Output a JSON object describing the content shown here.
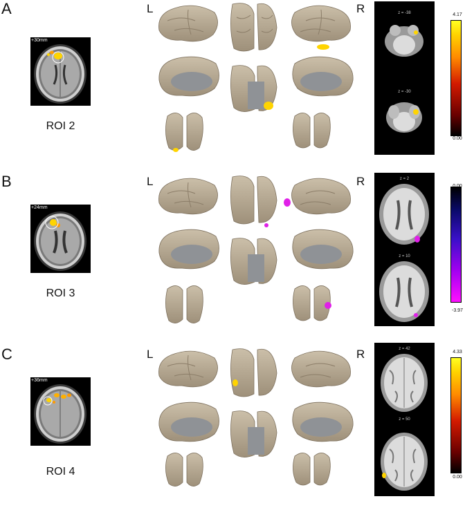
{
  "side_left": "L",
  "side_right": "R",
  "panels": [
    {
      "letter": "A",
      "roi": "ROI 2",
      "slice_mm": "+30mm",
      "z_top": "z = -38",
      "z_bottom": "z = -30",
      "scale_max": "4.17",
      "scale_min": "0.00",
      "scale_colors": [
        "#000000",
        "#d31a00",
        "#ff8a00",
        "#ffff22"
      ],
      "blob_color": "#ffd400"
    },
    {
      "letter": "B",
      "roi": "ROI 3",
      "slice_mm": "+24mm",
      "z_top": "z = 2",
      "z_bottom": "z = 10",
      "scale_max": "0.00",
      "scale_min": "-3.97",
      "scale_colors": [
        "#000000",
        "#3a10c8",
        "#a000f0",
        "#ff10ff"
      ],
      "blob_color": "#e020e8"
    },
    {
      "letter": "C",
      "roi": "ROI 4",
      "slice_mm": "+36mm",
      "z_top": "z = 42",
      "z_bottom": "z = 50",
      "scale_max": "4.33",
      "scale_min": "0.00",
      "scale_colors": [
        "#000000",
        "#d31a00",
        "#ff8a00",
        "#ffff22"
      ],
      "blob_color": "#ffd400"
    }
  ]
}
